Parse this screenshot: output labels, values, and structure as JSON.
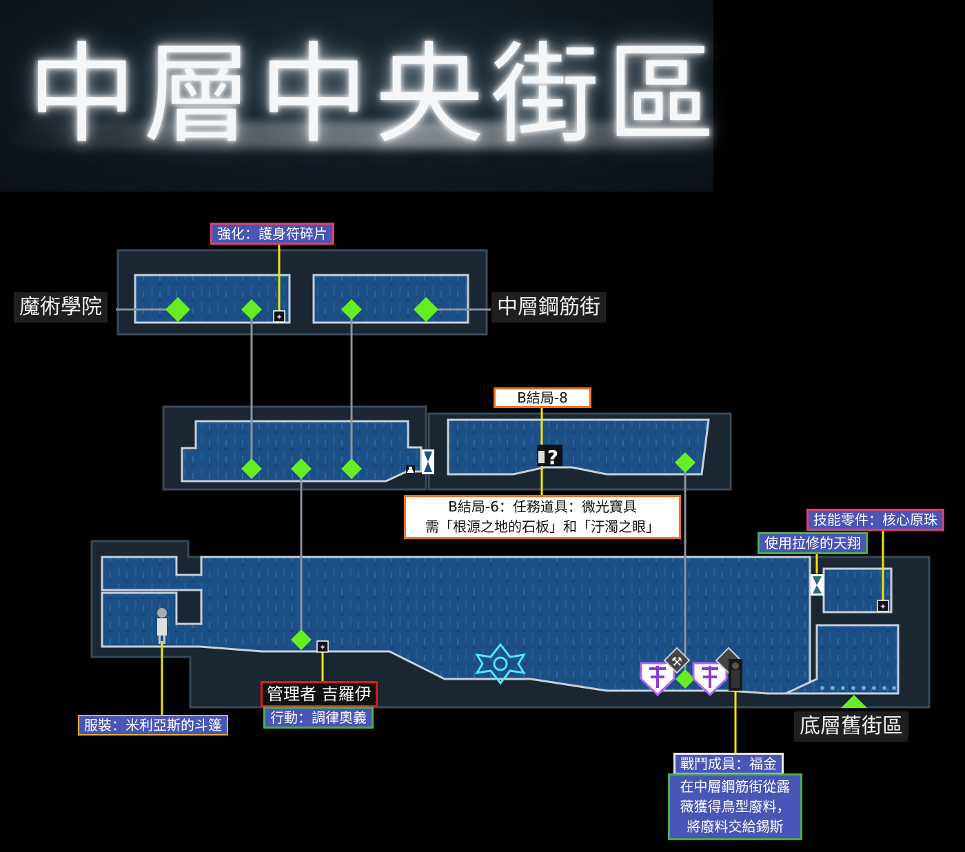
{
  "title": "中層中央街區",
  "area_labels": {
    "magic_academy": "魔術學院",
    "rebar_street": "中層鋼筋街",
    "old_district": "底層舊街區"
  },
  "callouts": {
    "amulet": "強化：護身符碎片",
    "ending_b8": "B結局-8",
    "ending_b6_line1": "B結局-6：任務道具：微光寶具",
    "ending_b6_line2": "需「根源之地的石板」和「汙濁之眼」",
    "skill_part": "技能零件：核心原珠",
    "lasius_flight": "使用拉修的天翔",
    "costume": "服裝：米利亞斯的斗篷",
    "manager_name": "管理者 吉羅伊",
    "manager_action": "行動：調律奧義",
    "fighter": "戰鬥成員：福金",
    "fighter_note_line1": "在中層鋼筋街從露",
    "fighter_note_line2": "薇獲得鳥型廢料，",
    "fighter_note_line3": "將廢料交給錫斯"
  },
  "colors": {
    "room_fill": "#1c4f85",
    "room_border": "#c8d0d8",
    "frame": "#3a4a58",
    "connector": "#8a949e",
    "warp_diamond": "#66ee22",
    "leader_line": "#f2e600",
    "label_blue": "#4a55b8"
  },
  "icons": [
    "warp-diamond-icon",
    "item-sparkle-icon",
    "question-mark-icon",
    "save-hourglass-icon",
    "crest-shield-icon",
    "boss-portrait-icon"
  ]
}
